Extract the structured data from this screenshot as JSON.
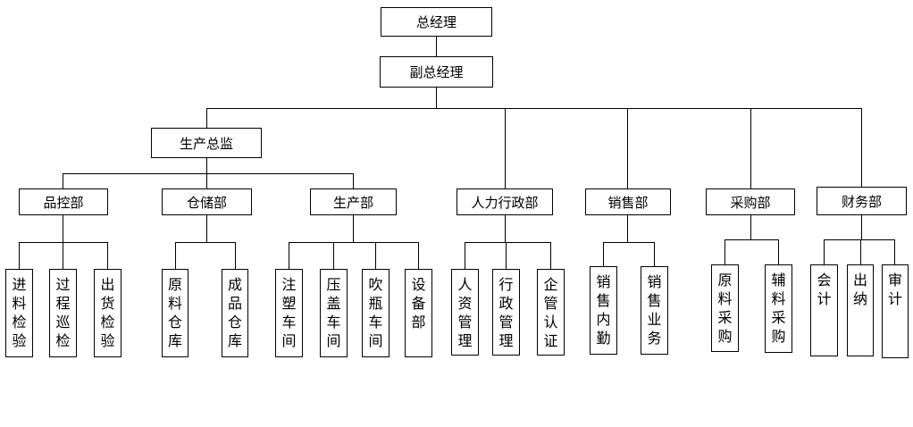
{
  "org": {
    "gm": "总经理",
    "dgm": "副总经理",
    "prod_director": "生产总监",
    "depts": {
      "qc": "品控部",
      "storage": "仓储部",
      "production": "生产部",
      "hr": "人力行政部",
      "sales": "销售部",
      "purchase": "采购部",
      "finance": "财务部"
    },
    "units": {
      "incoming_inspection": "进料检验",
      "process_patrol": "过程巡检",
      "shipping_inspection": "出货检验",
      "raw_material_warehouse": "原料仓库",
      "finished_goods_warehouse": "成品仓库",
      "injection_workshop": "注塑车间",
      "cap_pressing_workshop": "压盖车间",
      "blow_bottle_workshop": "吹瓶车间",
      "equipment_dept": "设备部",
      "hr_management": "人资管理",
      "admin_management": "行政管理",
      "enterprise_cert": "企管认证",
      "sales_internal": "销售内勤",
      "sales_business": "销售业务",
      "raw_material_purchase": "原料采购",
      "auxiliary_purchase": "辅料采购",
      "accounting": "会计",
      "cashier": "出纳",
      "audit": "审计"
    }
  }
}
